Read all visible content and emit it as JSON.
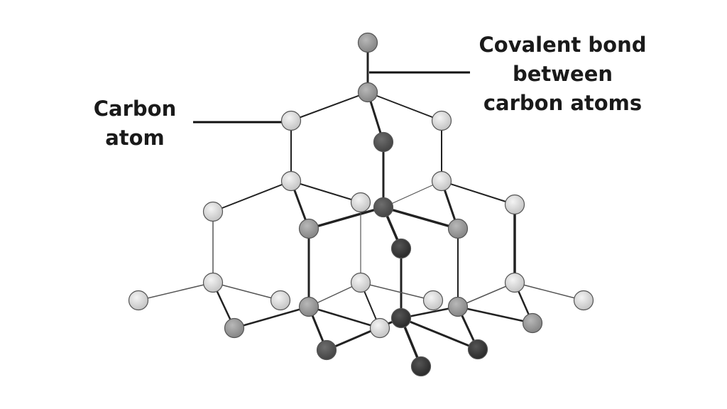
{
  "labels": {
    "carbon_atom": [
      "Carbon",
      "atom"
    ],
    "covalent_bond": [
      "Covalent bond",
      "between",
      "carbon atoms"
    ]
  },
  "colors": {
    "light": "#d9d9d9",
    "medium": "#9c9c9c",
    "dark": "#555555",
    "darkest": "#3a3a3a",
    "bond": "#222222"
  }
}
